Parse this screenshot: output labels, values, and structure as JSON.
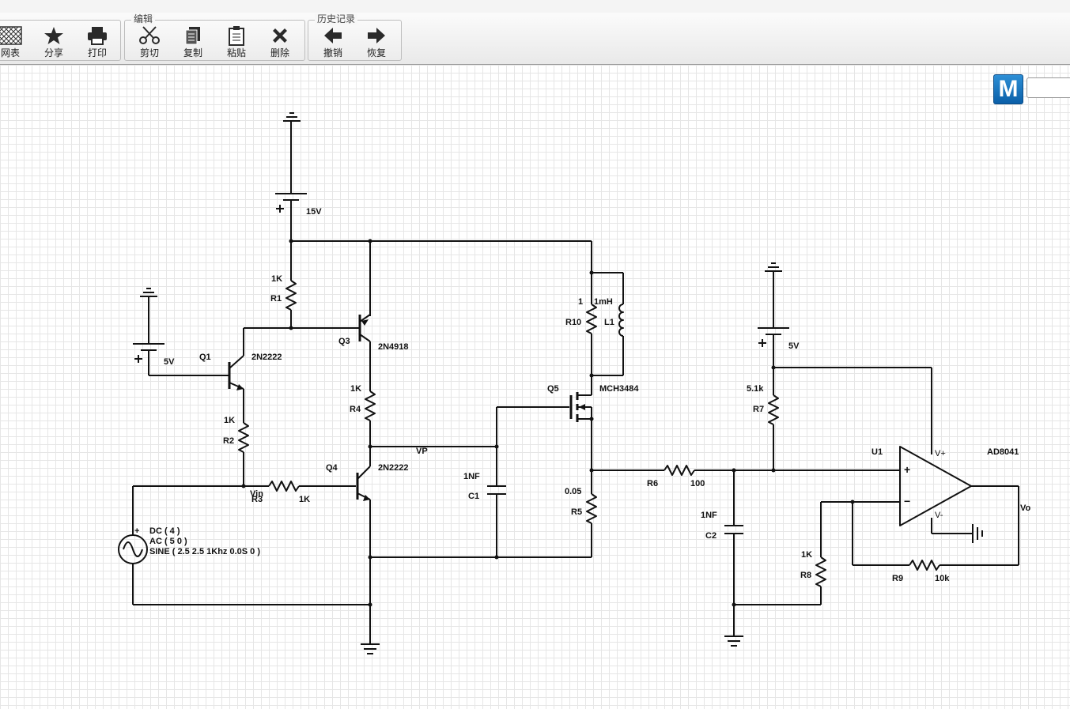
{
  "toolbar": {
    "view_group": {
      "items": [
        {
          "label": "网表",
          "icon": "netlist-icon"
        },
        {
          "label": "分享",
          "icon": "star-icon"
        },
        {
          "label": "打印",
          "icon": "printer-icon"
        }
      ]
    },
    "edit_group": {
      "title": "编辑",
      "items": [
        {
          "label": "剪切",
          "icon": "scissors-icon"
        },
        {
          "label": "复制",
          "icon": "copy-icon"
        },
        {
          "label": "粘贴",
          "icon": "paste-icon"
        },
        {
          "label": "删除",
          "icon": "delete-icon"
        }
      ]
    },
    "history_group": {
      "title": "历史记录",
      "items": [
        {
          "label": "撤销",
          "icon": "arrow-left-icon"
        },
        {
          "label": "恢复",
          "icon": "arrow-right-icon"
        }
      ]
    }
  },
  "logo": {
    "letter": "M",
    "color": "#1a76c2"
  },
  "schematic": {
    "supplies": {
      "v15": "15V",
      "v5_left": "5V",
      "v5_right": "5V"
    },
    "source": {
      "plus": "+",
      "dc": "DC ( 4 )",
      "ac": "AC ( 5 0 )",
      "sine": "SINE ( 2.5 2.5 1Khz 0.0S 0 )",
      "node": "Vin"
    },
    "components": {
      "R1": {
        "ref": "R1",
        "value": "1K"
      },
      "R2": {
        "ref": "R2",
        "value": "1K"
      },
      "R3": {
        "ref": "R3",
        "value": "1K"
      },
      "R4": {
        "ref": "R4",
        "value": "1K"
      },
      "R5": {
        "ref": "R5",
        "value": "0.05"
      },
      "R6": {
        "ref": "R6",
        "value": "100"
      },
      "R7": {
        "ref": "R7",
        "value": "5.1k"
      },
      "R8": {
        "ref": "R8",
        "value": "1K"
      },
      "R9": {
        "ref": "R9",
        "value": "10k"
      },
      "R10": {
        "ref": "R10",
        "value": "1"
      },
      "L1": {
        "ref": "L1",
        "value": "1mH"
      },
      "C1": {
        "ref": "C1",
        "value": "1NF"
      },
      "C2": {
        "ref": "C2",
        "value": "1NF"
      },
      "Q1": {
        "ref": "Q1",
        "value": "2N2222"
      },
      "Q3": {
        "ref": "Q3",
        "value": "2N4918"
      },
      "Q4": {
        "ref": "Q4",
        "value": "2N2222"
      },
      "Q5": {
        "ref": "Q5",
        "value": "MCH3484"
      },
      "U1": {
        "ref": "U1",
        "value": "AD8041"
      }
    },
    "nets": {
      "vp": "VP",
      "vo": "Vo"
    },
    "opamp": {
      "plus": "+",
      "minus": "−",
      "vplus": "V+",
      "vminus": "V-"
    }
  }
}
